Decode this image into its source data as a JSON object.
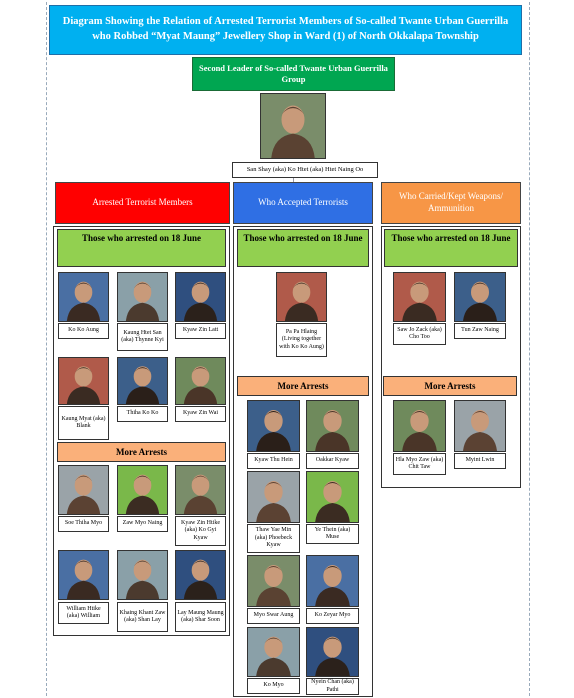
{
  "title": "Diagram Showing the Relation of Arrested Terrorist Members of So-called Twante Urban Guerrilla who Robbed “Myat Maung” Jewellery Shop in Ward (1) of North Okkalapa Township",
  "leader": {
    "role": "Second Leader of So-called Twante Urban Guerrilla Group",
    "name": "San Shay (aka) Ko Htet (aka) Htet Naing Oo"
  },
  "columns": {
    "arrested": {
      "heading": "Arrested Terrorist Members",
      "sub_heading": "Those who arrested on 18 June",
      "first": [
        "Ko Ko Aung",
        "Kaung Htet San (aka) Thynne Kyi",
        "Kyaw Zin Latt",
        "Kaung Myat (aka) Blank",
        "Thiha Ko Ko",
        "Kyaw Zin Wai"
      ],
      "more_heading": "More Arrests",
      "more": [
        "Soe Thiha Myo",
        "Zaw Myo Naing",
        "Kyaw Zin Htike (aka) Ko Gyi Kyaw",
        "William Htike (aka) William",
        "Khaing Khant Zaw (aka) Shan Lay",
        "Lay Maung Maung (aka) Shar Soon"
      ]
    },
    "accepted": {
      "heading": "Who Accepted Terrorists",
      "sub_heading": "Those who arrested on 18 June",
      "first": [
        "Pa Pa Hlaing (Living together with Ko Ko Aung)"
      ],
      "more_heading": "More Arrests",
      "more": [
        "Kyaw Thu Hein",
        "Oakkar Kyaw",
        "Thaw Yae Min (aka) Phoebeck Kyaw",
        "Ye Thein (aka) Muse",
        "Myo Swar Aung",
        "Ko Zeyar Myo",
        "Ko Myo",
        "Nyein Chan (aka) Pathi"
      ]
    },
    "weapons": {
      "heading": "Who Carried/Kept Weapons/ Ammunition",
      "sub_heading": "Those who arrested on 18 June",
      "first": [
        "Saw Jo Zack (aka) Cho Too",
        "Tun Zaw Naing"
      ],
      "more_heading": "More Arrests",
      "more": [
        "Hla Myo Zaw (aka) Chit Taw",
        "Myint Lwin"
      ]
    }
  },
  "colors": {
    "title_bg": "#00b0f0",
    "leader_bg": "#00a651",
    "arrested_bg": "#ff0000",
    "accepted_bg": "#2f6fe4",
    "weapons_bg": "#f79646",
    "sub_green": "#92d050",
    "sub_orange": "#fab07a"
  }
}
